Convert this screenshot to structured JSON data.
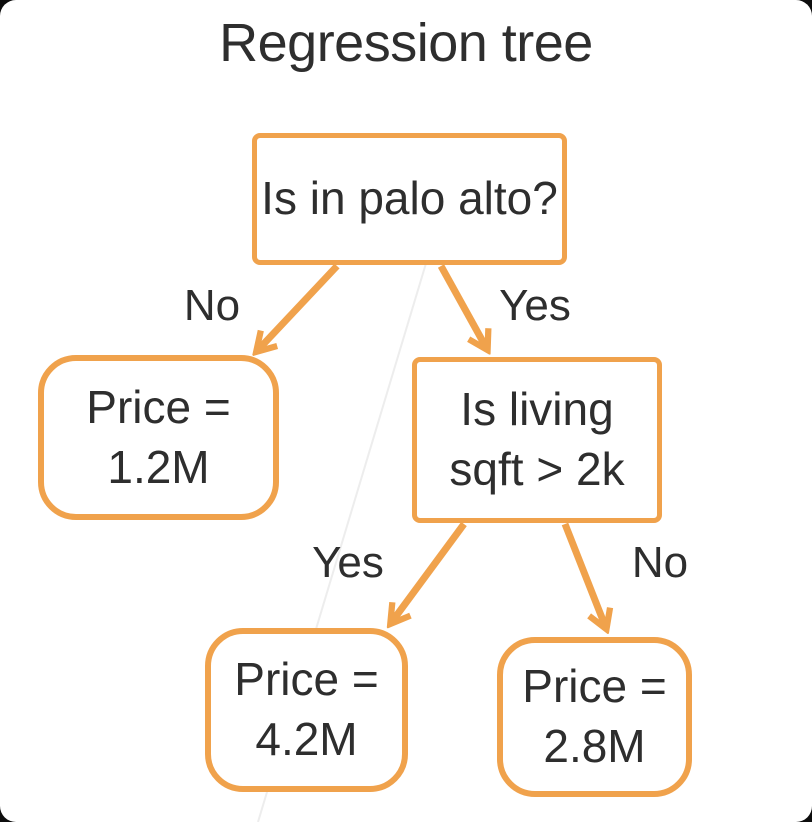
{
  "title": "Regression tree",
  "colors": {
    "accent": "#f0a24c",
    "text": "#2e2e2e",
    "node_fill": "#ffffff",
    "canvas": "#ffffff",
    "page_background": "#0d0d0d"
  },
  "tree": {
    "nodes": [
      {
        "id": "root",
        "kind": "decision",
        "lines": [
          "Is in palo alto?"
        ]
      },
      {
        "id": "price-1-2m",
        "kind": "leaf",
        "lines": [
          "Price =",
          "1.2M"
        ]
      },
      {
        "id": "living-sqft",
        "kind": "decision",
        "lines": [
          "Is living",
          "sqft > 2k"
        ]
      },
      {
        "id": "price-4-2m",
        "kind": "leaf",
        "lines": [
          "Price =",
          "4.2M"
        ]
      },
      {
        "id": "price-2-8m",
        "kind": "leaf",
        "lines": [
          "Price =",
          "2.8M"
        ]
      }
    ],
    "edges": [
      {
        "from": "root",
        "to": "price-1-2m",
        "label": "No"
      },
      {
        "from": "root",
        "to": "living-sqft",
        "label": "Yes"
      },
      {
        "from": "living-sqft",
        "to": "price-4-2m",
        "label": "Yes"
      },
      {
        "from": "living-sqft",
        "to": "price-2-8m",
        "label": "No"
      }
    ]
  }
}
